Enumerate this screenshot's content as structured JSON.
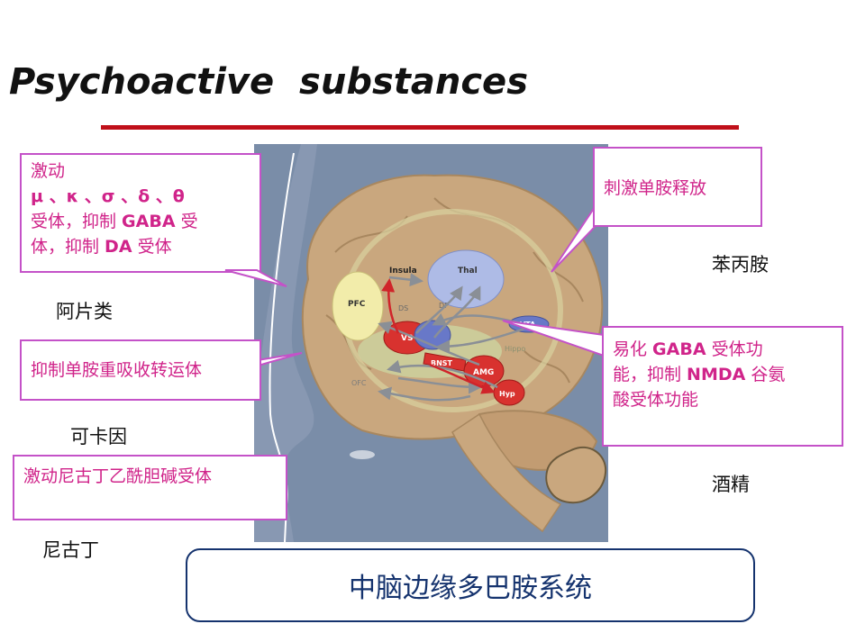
{
  "title": "Psychoactive  substances",
  "callouts": {
    "opioid_line1": "激动",
    "opioid_line2": "μ 、κ 、σ 、δ 、θ",
    "opioid_line3a": "受体，抑制 ",
    "opioid_line3b": "GABA",
    "opioid_line3c": " 受",
    "opioid_line4a": "体，抑制 ",
    "opioid_line4b": "DA",
    "opioid_line4c": " 受体",
    "cocaine": "抑制单胺重吸收转运体",
    "nicotine": "激动尼古丁乙酰胆碱受体",
    "amphetamine": "刺激单胺释放",
    "alcohol_line1a": "易化 ",
    "alcohol_line1b": "GABA",
    "alcohol_line1c": " 受体功",
    "alcohol_line2a": "能，抑制 ",
    "alcohol_line2b": "NMDA",
    "alcohol_line2c": " 谷氨",
    "alcohol_line3": "酸受体功能"
  },
  "drugs": {
    "opioid": "阿片类",
    "cocaine": "可卡因",
    "nicotine": "尼古丁",
    "amphetamine": "苯丙胺",
    "alcohol": "酒精"
  },
  "brain_labels": {
    "insula": "Insula",
    "thal": "Thal",
    "pfc": "PFC",
    "ds": "DS",
    "dp": "DP",
    "vs": "VS",
    "vta": "VTA",
    "hippo": "Hippo",
    "bnst": "BNST",
    "amg": "AMG",
    "hyp": "Hyp",
    "ofc": "OFC"
  },
  "system_label": "中脑边缘多巴胺系统",
  "colors": {
    "callout_border": "#c452c8",
    "callout_text": "#d0248a",
    "title_rule": "#c0101a",
    "system_border": "#15336e"
  }
}
